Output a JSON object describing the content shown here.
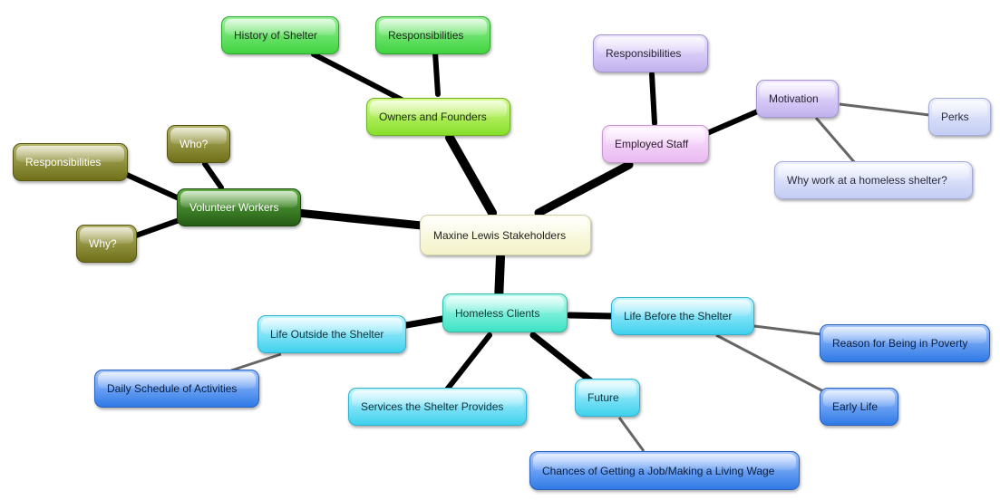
{
  "diagram": {
    "center": "Maxine Lewis Stakeholders",
    "nodes": {
      "history_of_shelter": "History of Shelter",
      "owners_responsibilities": "Responsibilities",
      "owners_and_founders": "Owners and Founders",
      "staff_responsibilities": "Responsibilities",
      "employed_staff": "Employed Staff",
      "motivation": "Motivation",
      "perks": "Perks",
      "why_work": "Why work at a homeless shelter?",
      "volunteer_responsibilities": "Responsibilities",
      "who": "Who?",
      "volunteer_workers": "Volunteer Workers",
      "why": "Why?",
      "homeless_clients": "Homeless Clients",
      "life_outside": "Life Outside the Shelter",
      "daily_schedule": "Daily Schedule of Activities",
      "services": "Services the Shelter Provides",
      "future": "Future",
      "chances": "Chances of Getting a Job/Making a Living Wage",
      "life_before": "Life Before the Shelter",
      "reason_poverty": "Reason for Being in Poverty",
      "early_life": "Early Life"
    },
    "colors": {
      "thick_link": "#000000",
      "thin_link": "#666666",
      "center": "#f3f2c9",
      "green": "#3fd33f",
      "lime": "#86df2a",
      "lilac": "#c2b2ee",
      "pink": "#e9b9f1",
      "periwinkle": "#c3ccf3",
      "dark_green": "#245c14",
      "olive": "#6f7018",
      "teal": "#3ee3c5",
      "cyan": "#3fd1ee",
      "blue": "#2f7ae6"
    }
  }
}
